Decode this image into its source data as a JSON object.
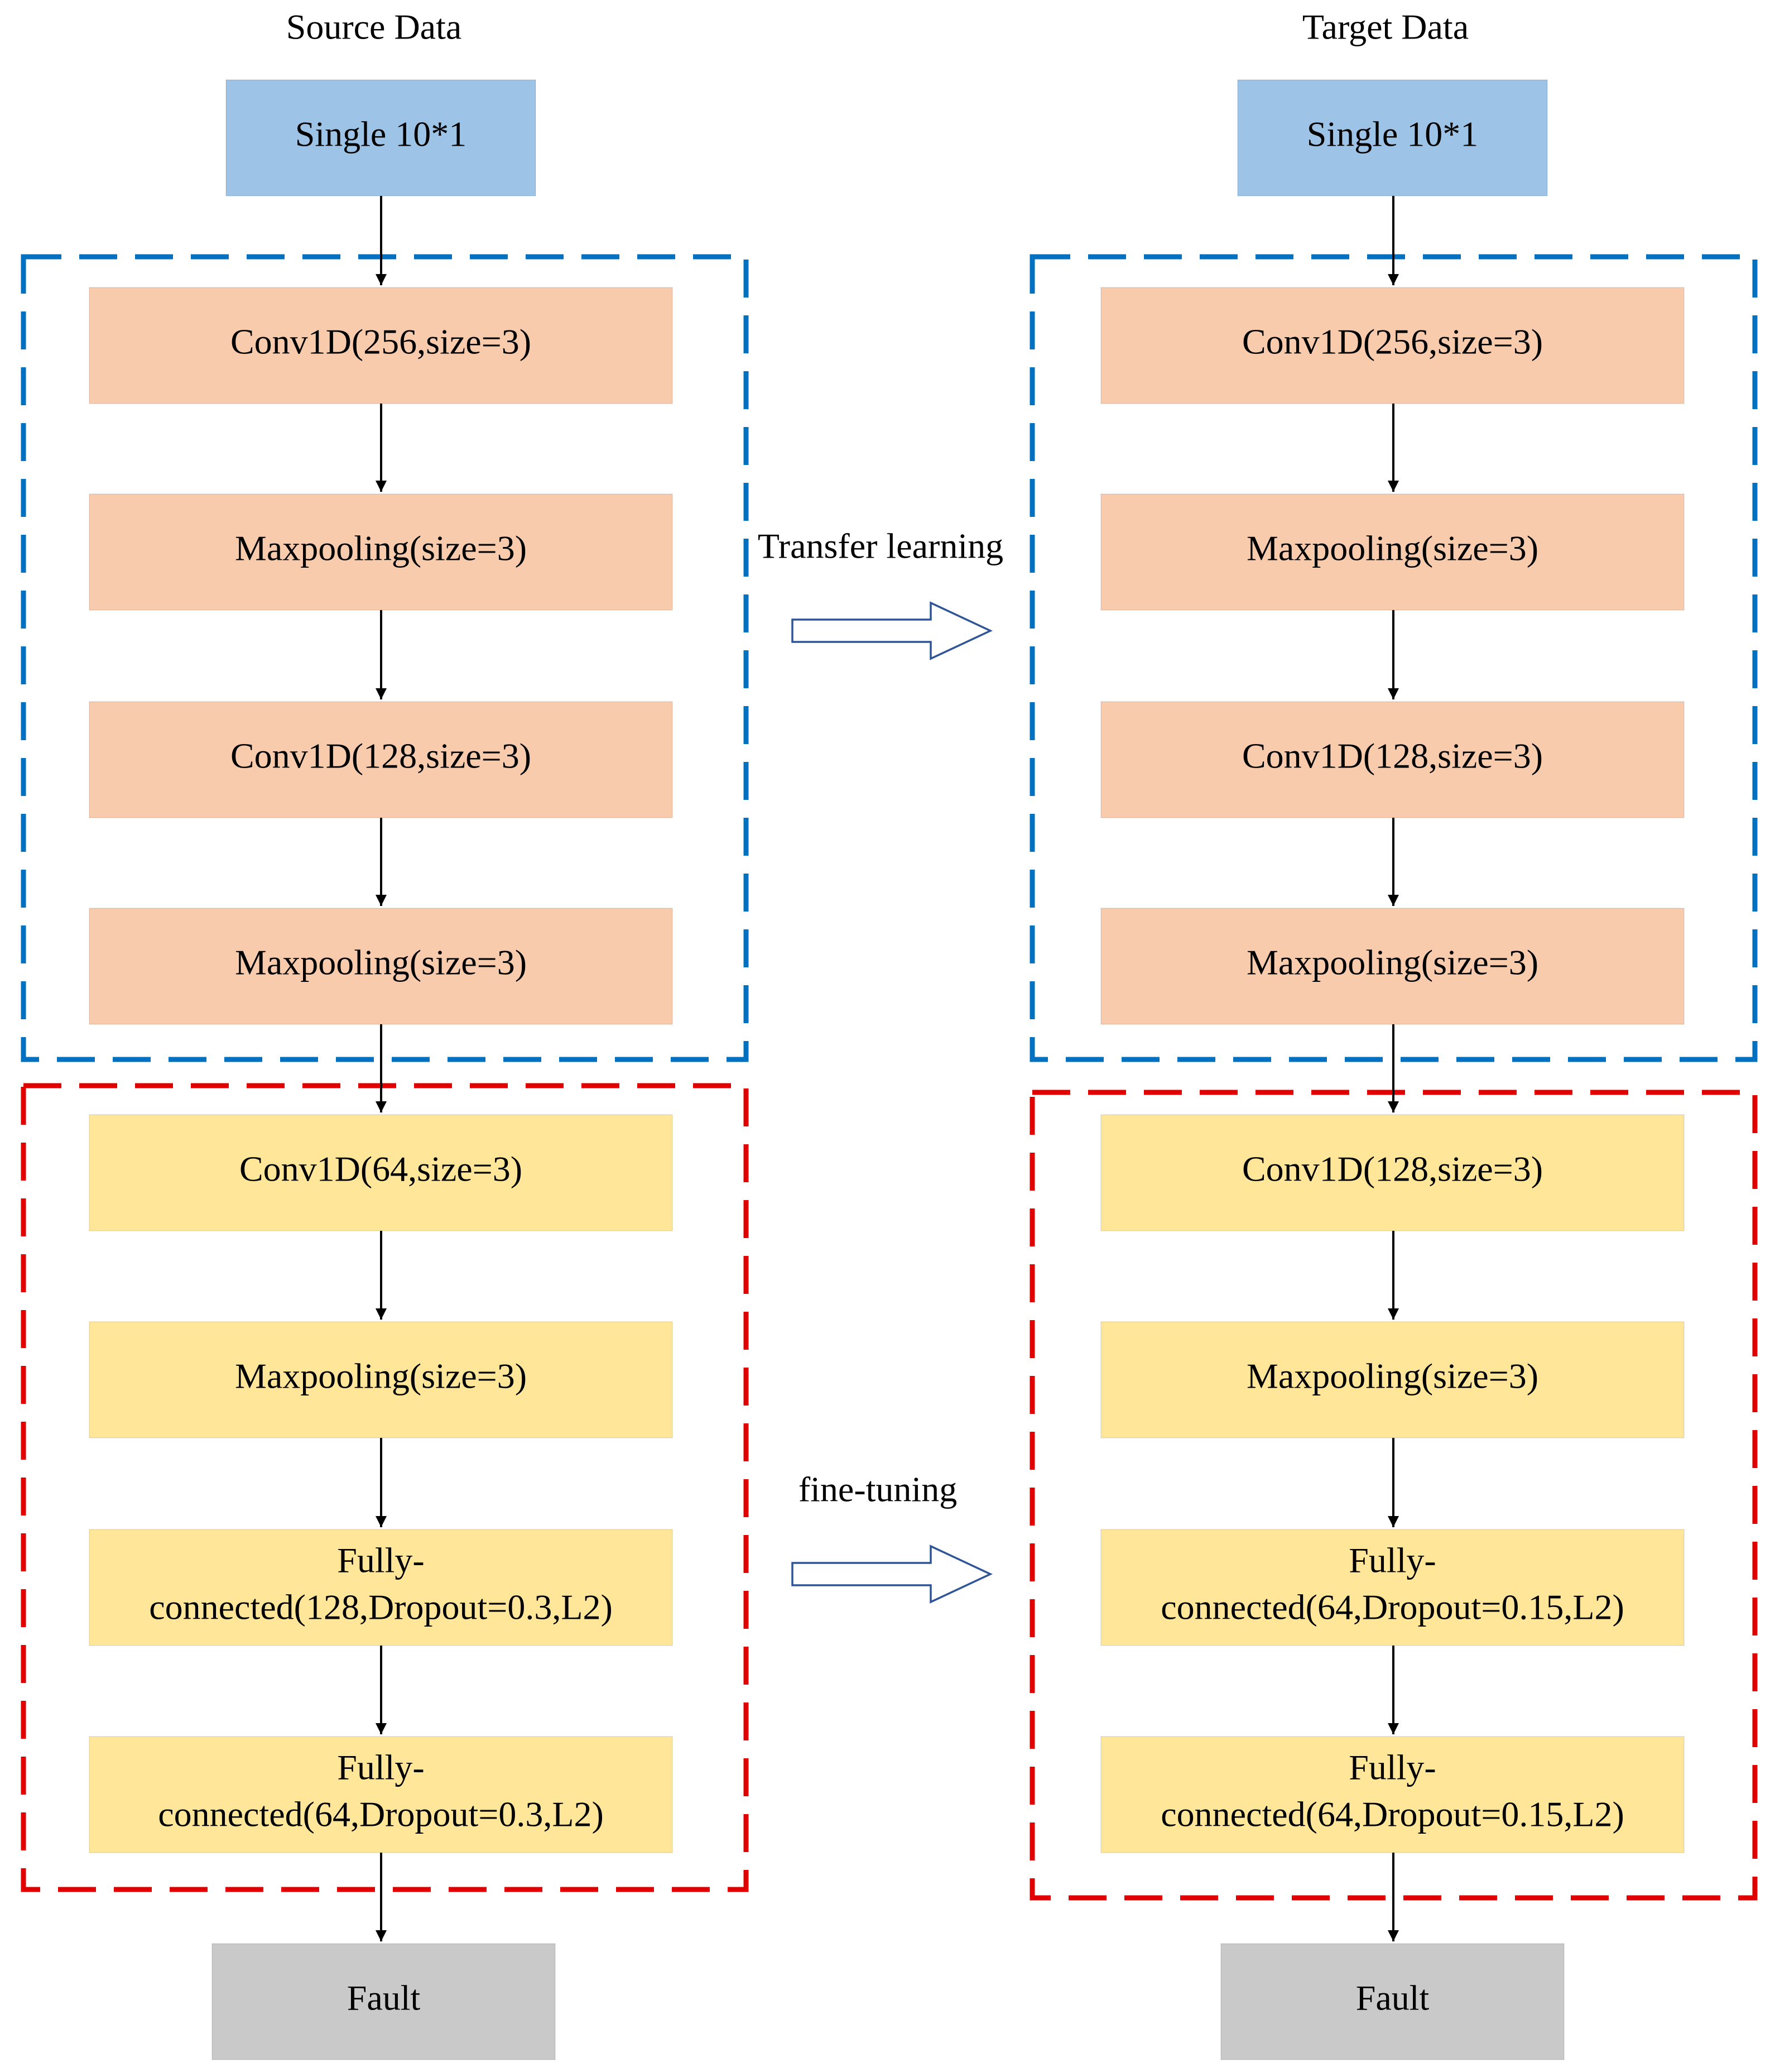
{
  "colors": {
    "input": "#9dc3e6",
    "shared": "#f8cbad",
    "finetune": "#ffe699",
    "output": "#c9c9c9",
    "frozen_frame": "#0070c0",
    "tuned_frame": "#e00000",
    "transfer_arrow": "#2f5597",
    "flow_arrow": "#000000"
  },
  "source": {
    "header": "Source Data",
    "nodes": [
      {
        "id": "input",
        "group": "input",
        "lines": [
          "Single 10*1"
        ]
      },
      {
        "id": "conv1",
        "group": "shared",
        "lines": [
          "Conv1D(256,size=3)"
        ]
      },
      {
        "id": "pool1",
        "group": "shared",
        "lines": [
          "Maxpooling(size=3)"
        ]
      },
      {
        "id": "conv2",
        "group": "shared",
        "lines": [
          "Conv1D(128,size=3)"
        ]
      },
      {
        "id": "pool2",
        "group": "shared",
        "lines": [
          "Maxpooling(size=3)"
        ]
      },
      {
        "id": "conv3",
        "group": "finetune",
        "lines": [
          "Conv1D(64,size=3)"
        ]
      },
      {
        "id": "pool3",
        "group": "finetune",
        "lines": [
          "Maxpooling(size=3)"
        ]
      },
      {
        "id": "fc1",
        "group": "finetune",
        "lines": [
          "Fully-",
          "connected(128,Dropout=0.3,L2)"
        ]
      },
      {
        "id": "fc2",
        "group": "finetune",
        "lines": [
          "Fully-",
          "connected(64,Dropout=0.3,L2)"
        ]
      },
      {
        "id": "output",
        "group": "output",
        "lines": [
          "Fault"
        ]
      }
    ]
  },
  "target": {
    "header": "Target  Data",
    "nodes": [
      {
        "id": "input",
        "group": "input",
        "lines": [
          "Single 10*1"
        ]
      },
      {
        "id": "conv1",
        "group": "shared",
        "lines": [
          "Conv1D(256,size=3)"
        ]
      },
      {
        "id": "pool1",
        "group": "shared",
        "lines": [
          "Maxpooling(size=3)"
        ]
      },
      {
        "id": "conv2",
        "group": "shared",
        "lines": [
          "Conv1D(128,size=3)"
        ]
      },
      {
        "id": "pool2",
        "group": "shared",
        "lines": [
          "Maxpooling(size=3)"
        ]
      },
      {
        "id": "conv3",
        "group": "finetune",
        "lines": [
          "Conv1D(128,size=3)"
        ]
      },
      {
        "id": "pool3",
        "group": "finetune",
        "lines": [
          "Maxpooling(size=3)"
        ]
      },
      {
        "id": "fc1",
        "group": "finetune",
        "lines": [
          "Fully-",
          "connected(64,Dropout=0.15,L2)"
        ]
      },
      {
        "id": "fc2",
        "group": "finetune",
        "lines": [
          "Fully-",
          "connected(64,Dropout=0.15,L2)"
        ]
      },
      {
        "id": "output",
        "group": "output",
        "lines": [
          "Fault"
        ]
      }
    ]
  },
  "links": {
    "transfer": {
      "label": "Transfer learning"
    },
    "finetune": {
      "label": "fine-tuning"
    }
  }
}
